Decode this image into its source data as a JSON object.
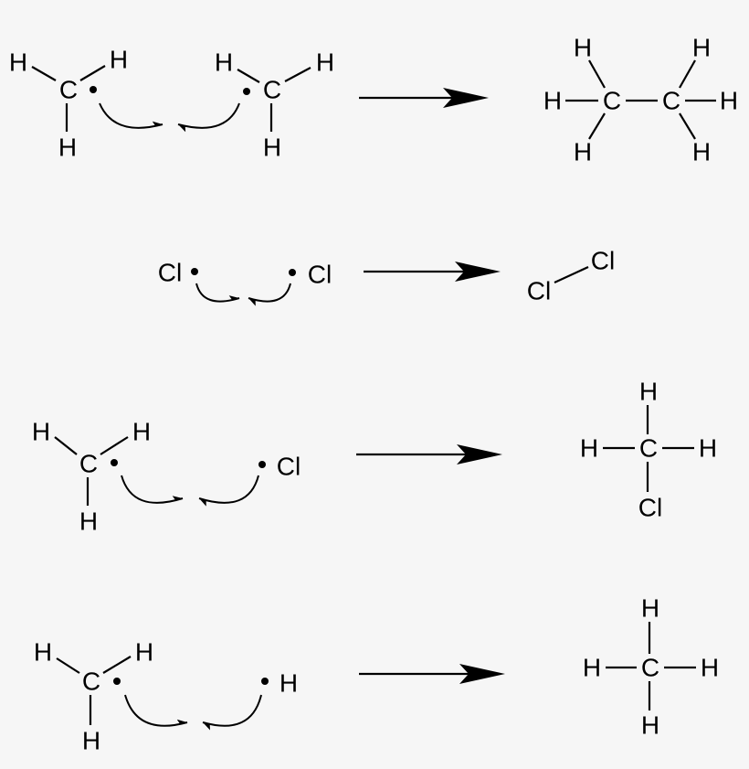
{
  "background": "#f6f6f6",
  "reactions": [
    {
      "reactant_a": [
        "H",
        "C",
        "H",
        "H"
      ],
      "reactant_b": [
        "H",
        "C",
        "H",
        "H"
      ],
      "product": [
        "H",
        "H",
        "H",
        "C",
        "C",
        "H",
        "H",
        "H"
      ]
    },
    {
      "reactant_a": [
        "Cl"
      ],
      "reactant_b": [
        "Cl"
      ],
      "product": [
        "Cl",
        "Cl"
      ]
    },
    {
      "reactant_a": [
        "H",
        "C",
        "H",
        "H"
      ],
      "reactant_b": [
        "Cl"
      ],
      "product": [
        "H",
        "H",
        "C",
        "H",
        "Cl"
      ]
    },
    {
      "reactant_a": [
        "H",
        "C",
        "H",
        "H"
      ],
      "reactant_b": [
        "H"
      ],
      "product": [
        "H",
        "H",
        "C",
        "H",
        "H"
      ]
    }
  ],
  "arrow_types": [
    "fishhook-arrow",
    "reaction-arrow"
  ]
}
